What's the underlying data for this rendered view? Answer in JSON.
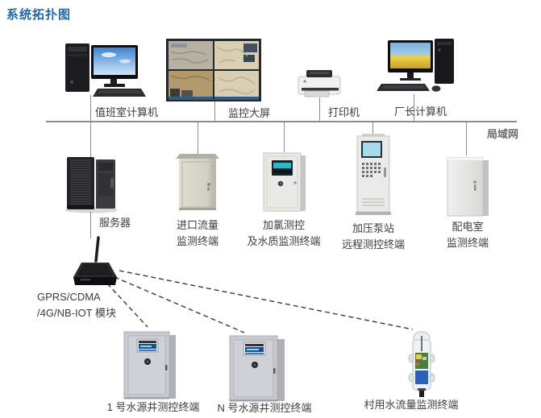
{
  "title": "系统拓扑图",
  "network": {
    "lan_label": "局域网"
  },
  "nodes": {
    "duty_computer": {
      "label": "值班室计算机"
    },
    "big_screen": {
      "label": "监控大屏"
    },
    "printer": {
      "label": "打印机"
    },
    "director_computer": {
      "label": "厂长计算机"
    },
    "server": {
      "label": "服务器"
    },
    "inlet_flow_terminal": {
      "lines": [
        "进口流量",
        "监测终端"
      ]
    },
    "chlorine_terminal": {
      "lines": [
        "加氯测控",
        "及水质监测终端"
      ]
    },
    "pump_station_terminal": {
      "lines": [
        "加压泵站",
        "远程测控终端"
      ]
    },
    "power_room_terminal": {
      "lines": [
        "配电室",
        "监测终端"
      ]
    },
    "wireless_module": {
      "lines": [
        "GPRS/CDMA",
        "/4G/NB-IOT 模块"
      ]
    },
    "well_1_terminal": {
      "label": "1 号水源井测控终端"
    },
    "well_n_terminal": {
      "label": "N 号水源井测控终端"
    },
    "village_flow_terminal": {
      "label": "村用水流量监测终端"
    }
  },
  "colors": {
    "title": "#1e68ae",
    "label": "#3c3c3c",
    "lan_line": "#8c8c8c",
    "connector": "#8c8c8c",
    "dashed": "#3a3a3a",
    "lan_label": "#6b6b6b"
  }
}
